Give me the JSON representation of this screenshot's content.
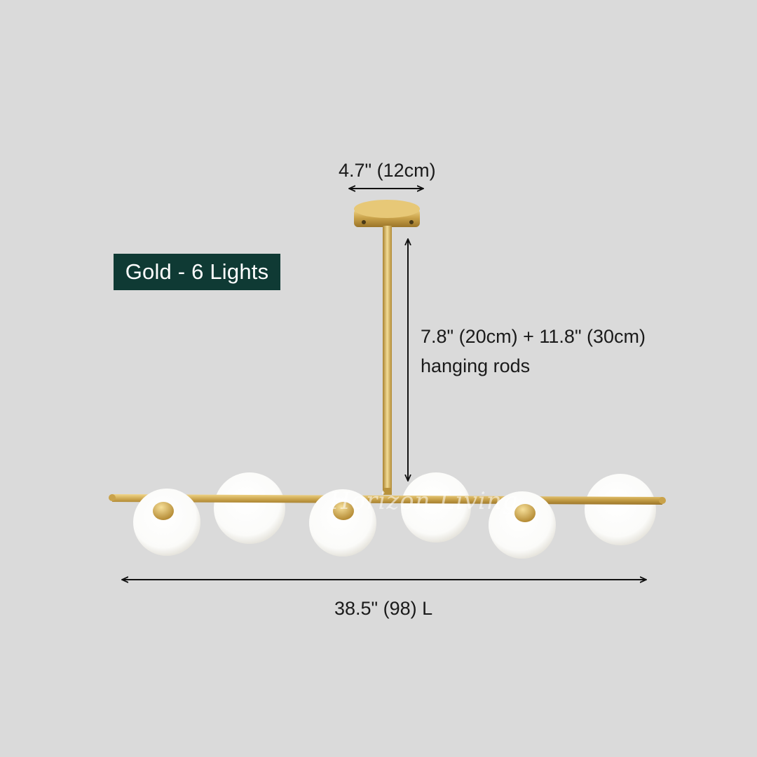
{
  "product": {
    "variant_label": "Gold - 6 Lights",
    "light_count": 6,
    "finish_color": "#c9a24a",
    "badge_color": "#0f3a34"
  },
  "dimensions": {
    "canopy_width": "4.7\" (12cm)",
    "rod_line_1": "7.8\" (20cm) + 11.8\" (30cm)",
    "rod_line_2": "hanging rods",
    "overall_length": "38.5\" (98) L"
  },
  "watermark": "Horizon Living"
}
